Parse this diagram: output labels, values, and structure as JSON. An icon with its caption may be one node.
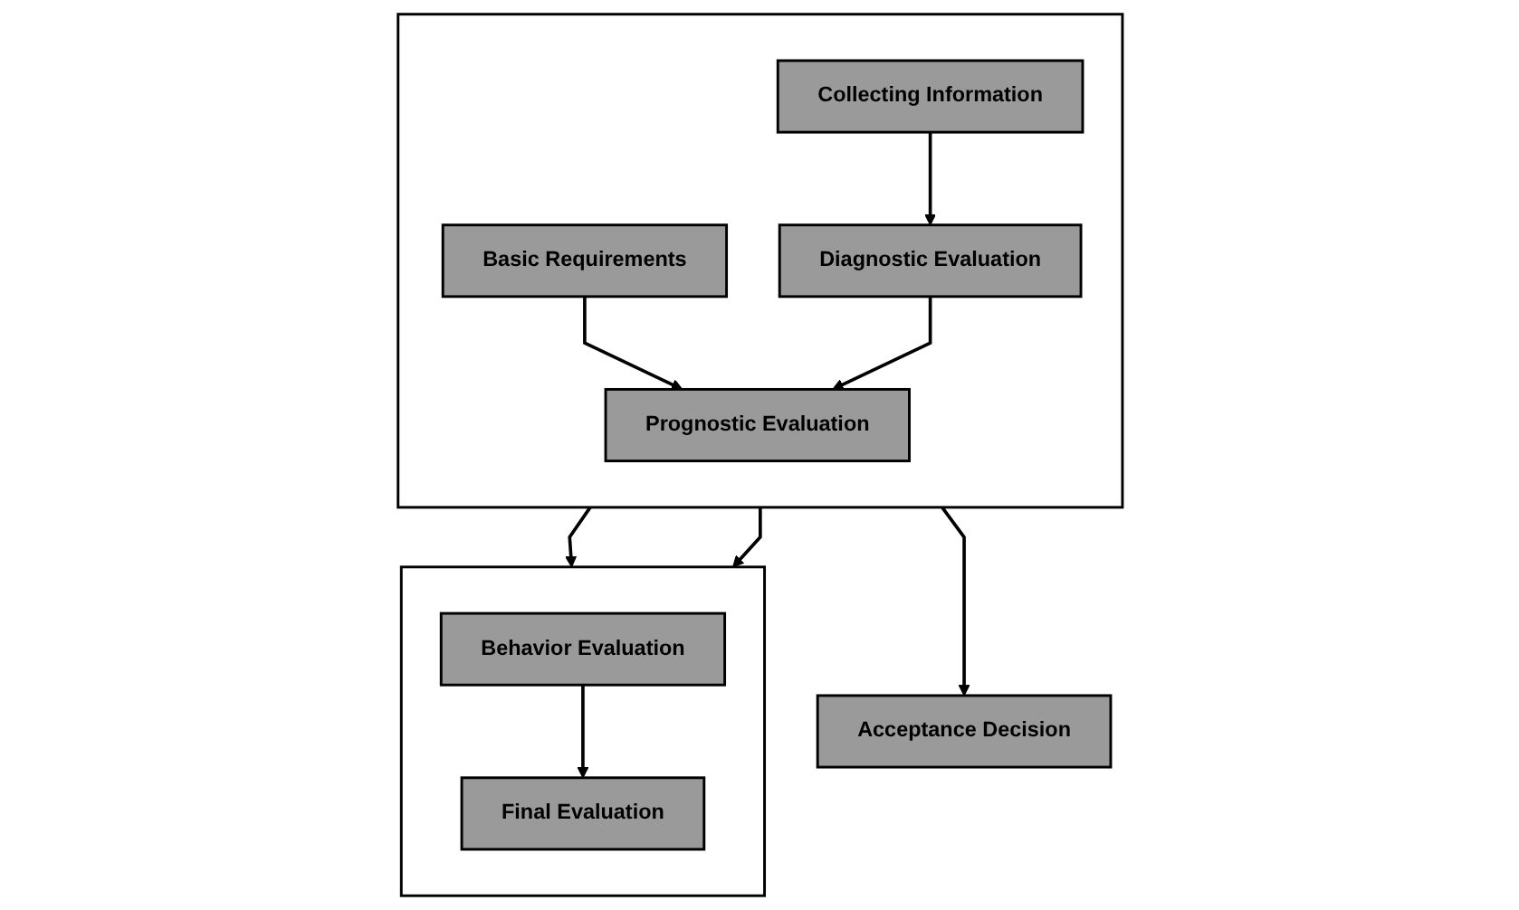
{
  "diagram": {
    "nodes": [
      {
        "text": [],
        "shape": "box"
      },
      {
        "text": [
          "Collecting Information"
        ],
        "in": 0
      },
      {
        "text": [
          "Basic Requirements"
        ],
        "in": 0
      },
      {
        "text": [
          "Diagnostic Evaluation"
        ],
        "in": 0
      },
      {
        "text": [
          "Prognostic Evaluation"
        ],
        "in": 0
      },
      {
        "text": [],
        "shape": "box"
      },
      {
        "text": [
          "Behavior Evaluation"
        ],
        "in": 5
      },
      {
        "text": [
          "Final Evaluation"
        ],
        "in": 5
      },
      {
        "text": [
          "Acceptance Decision"
        ]
      }
    ],
    "edges": [
      {
        "from": 1,
        "to": 3,
        "arrow": "to"
      },
      {
        "from": 2,
        "to": 4,
        "arrow": "to"
      },
      {
        "from": 3,
        "to": 4,
        "arrow": "to"
      },
      {
        "from": 0,
        "to": 5,
        "arrow": "to"
      },
      {
        "from": 0,
        "to": 5,
        "arrow": "to"
      },
      {
        "from": 6,
        "to": 7,
        "arrow": "to"
      },
      {
        "from": 0,
        "to": 8,
        "arrow": "to"
      }
    ]
  }
}
